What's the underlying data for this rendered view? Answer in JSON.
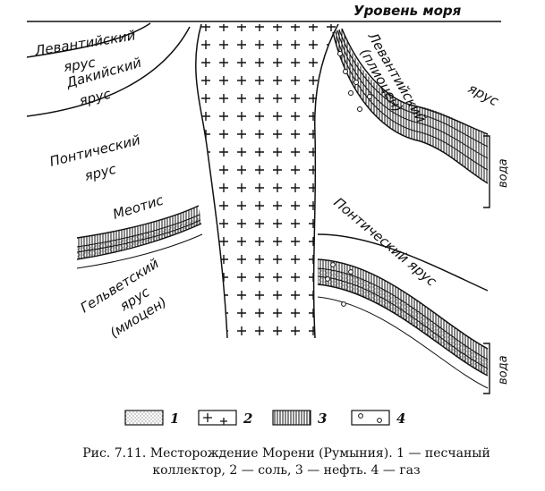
{
  "labels": {
    "sea_level": "Уровень моря",
    "levantine_left_1": "Левантийский",
    "levantine_left_2": "ярус",
    "dacian_1": "Дакийский",
    "dacian_2": "ярус",
    "pontian_left_1": "Понтический",
    "pontian_left_2": "ярус",
    "meotis": "Меотис",
    "helvetian_1": "Гельветский",
    "helvetian_2": "ярус",
    "helvetian_3": "(миоцен)",
    "levantine_right_1": "Левантийский",
    "levantine_right_2": "(плиоцен)",
    "levantine_right_3": "ярус",
    "pontian_right": "Понтический ярус",
    "water_upper": "вода",
    "water_lower": "вода"
  },
  "legend": [
    {
      "number": "1",
      "pattern": "dots"
    },
    {
      "number": "2",
      "pattern": "plus"
    },
    {
      "number": "3",
      "pattern": "vertical-lines"
    },
    {
      "number": "4",
      "pattern": "circles"
    }
  ],
  "caption": {
    "line1": "Рис. 7.11. Месторождение Морени (Румыния). 1 — песчаный",
    "line2": "коллектор, 2 — соль, 3 — нефть. 4 — газ"
  }
}
